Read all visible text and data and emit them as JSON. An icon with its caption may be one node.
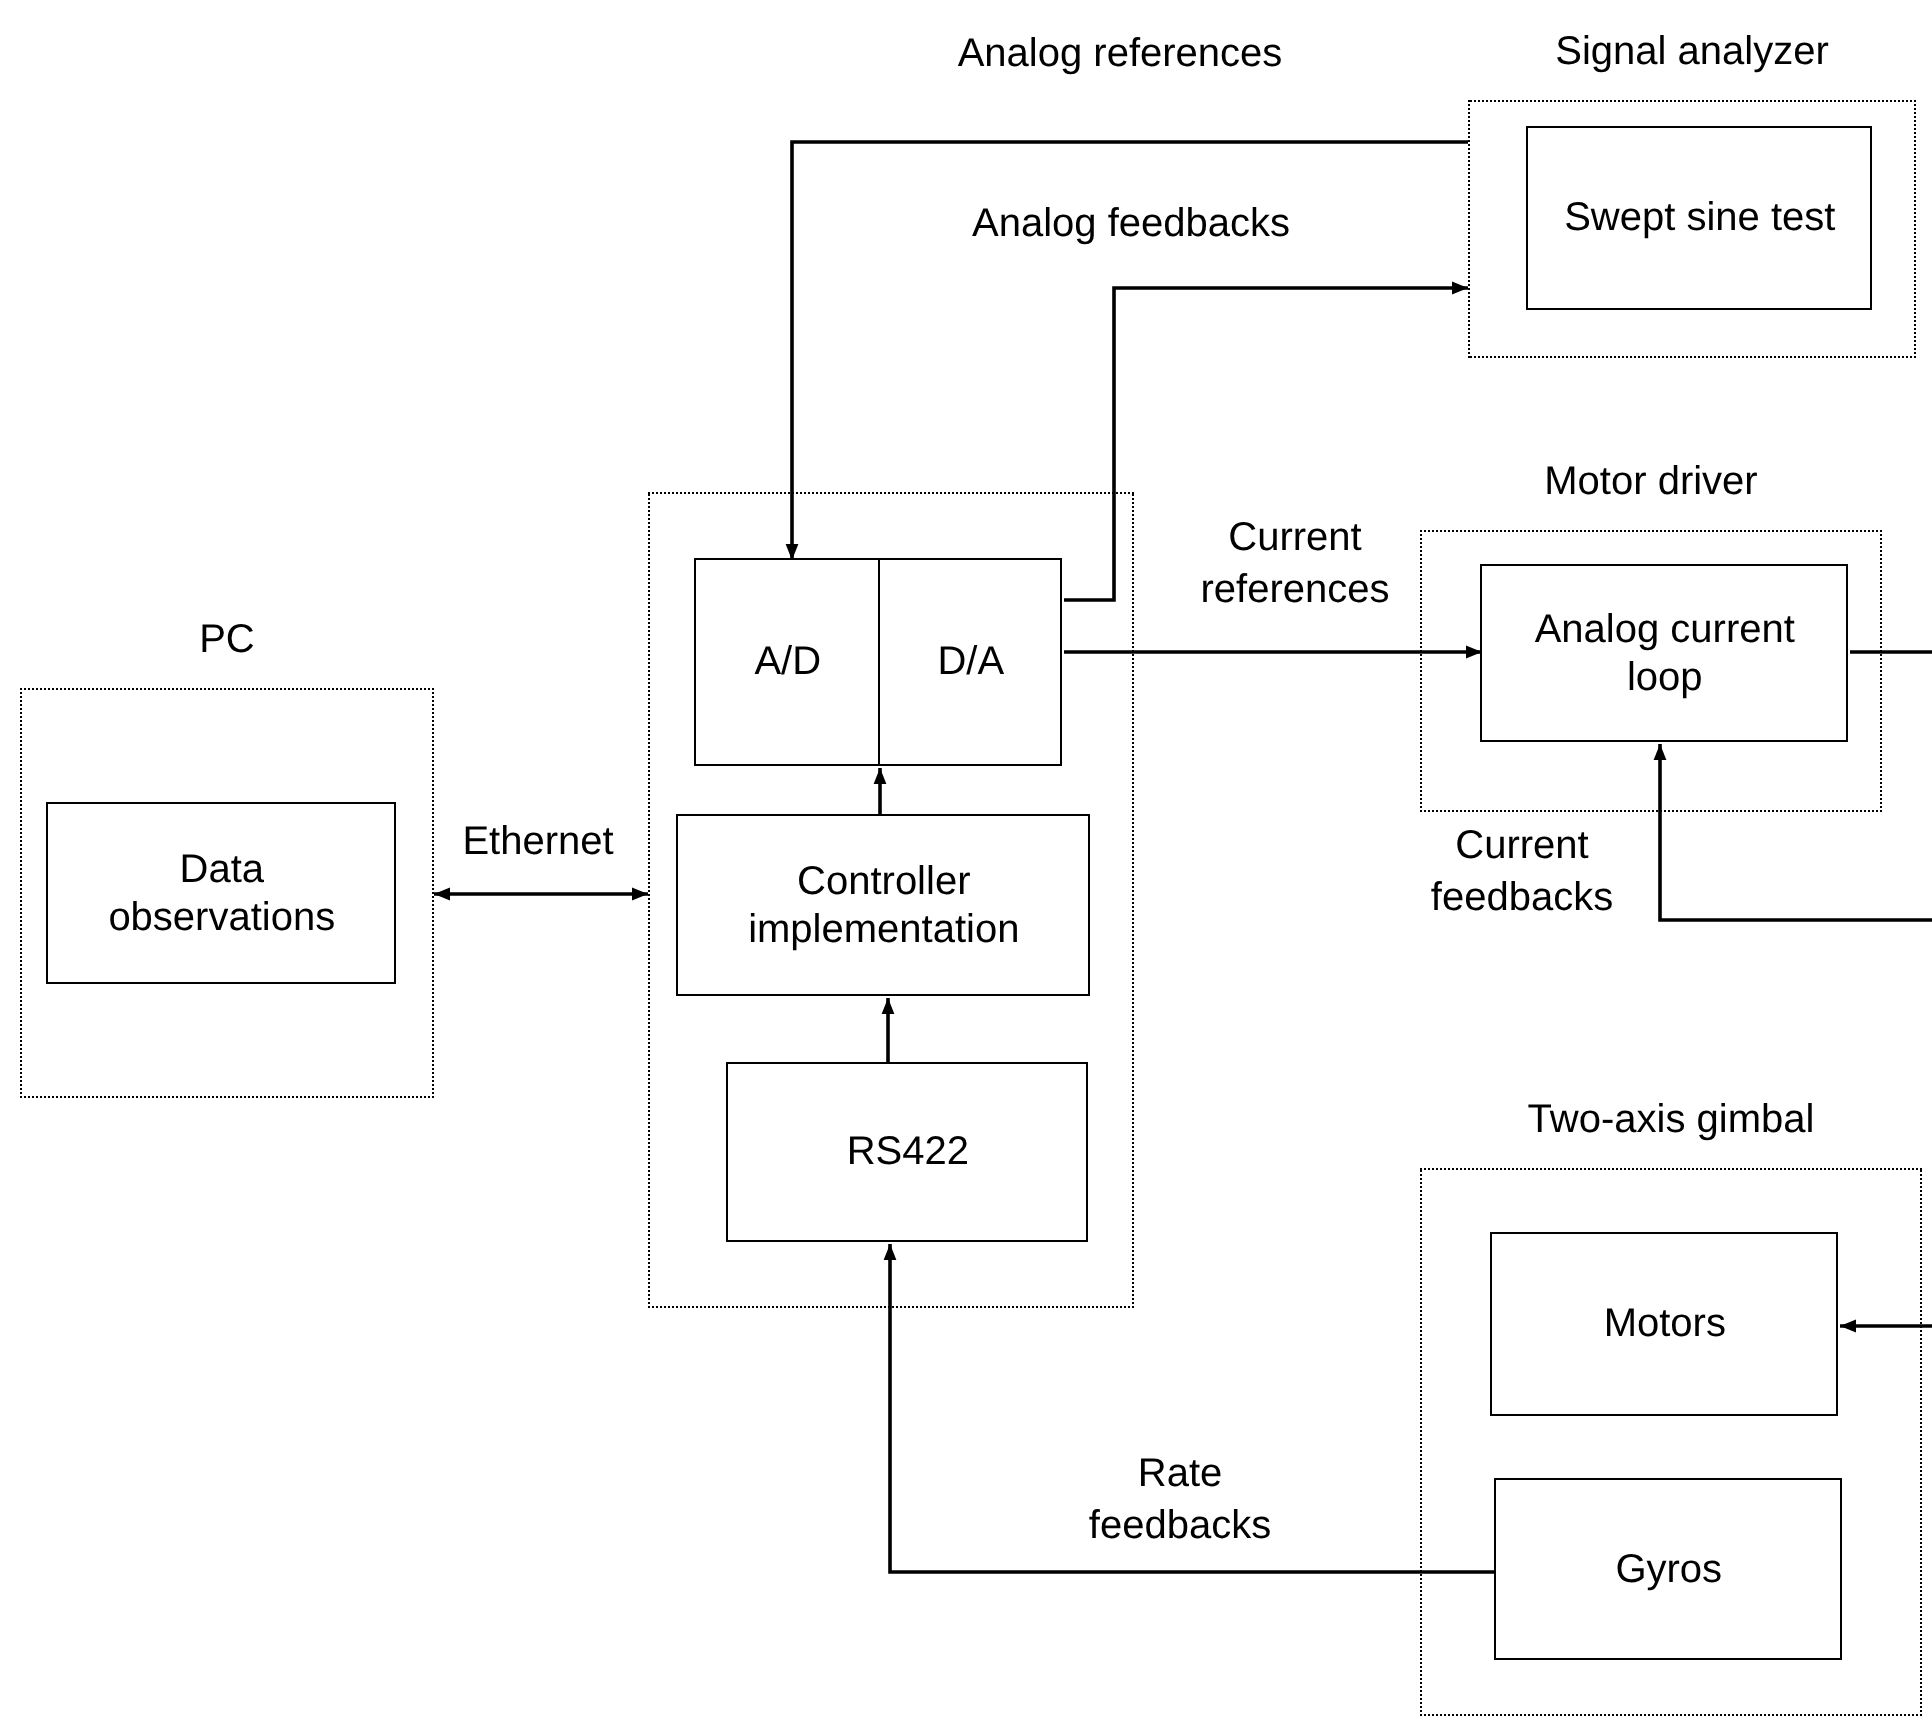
{
  "diagram": {
    "nodes": [
      {
        "text": [
          "PC"
        ]
      },
      {
        "text": [
          "Data observations"
        ],
        "in": 0
      },
      {
        "text": [],
        "shape": "box"
      },
      {
        "text": [
          "A/D"
        ],
        "in": 2
      },
      {
        "text": [
          "D/A"
        ],
        "in": 2
      },
      {
        "text": [
          "Controller implementation"
        ],
        "in": 2
      },
      {
        "text": [
          "RS422"
        ],
        "in": 2
      },
      {
        "text": [
          "Signal analyzer"
        ]
      },
      {
        "text": [
          "Swept sine test"
        ],
        "in": 7
      },
      {
        "text": [
          "Motor driver"
        ]
      },
      {
        "text": [
          "Analog current loop"
        ],
        "in": 9
      },
      {
        "text": [
          "Two-axis gimbal"
        ]
      },
      {
        "text": [
          "Motors"
        ],
        "in": 11
      },
      {
        "text": [
          "Gyros"
        ],
        "in": 11
      }
    ],
    "edges": [
      {
        "from": 7,
        "to": 3,
        "arrow": "to",
        "label": "Analog references"
      },
      {
        "from": 4,
        "to": 7,
        "arrow": "to",
        "label": "Analog feedbacks"
      },
      {
        "from": 4,
        "to": 10,
        "arrow": "to",
        "label": "Current references"
      },
      {
        "from": 0,
        "to": 2,
        "arrow": "both",
        "label": "Ethernet"
      },
      {
        "from": 5,
        "to": 3,
        "arrow": "to"
      },
      {
        "from": 6,
        "to": 5,
        "arrow": "to"
      },
      {
        "from": 13,
        "to": 6,
        "arrow": "to",
        "label": "Rate feedbacks"
      },
      {
        "from": 10,
        "to": null,
        "arrow": "none"
      },
      {
        "from": null,
        "to": 10,
        "arrow": "to",
        "label": "Current feedbacks"
      },
      {
        "from": null,
        "to": 12,
        "arrow": "to"
      }
    ]
  }
}
